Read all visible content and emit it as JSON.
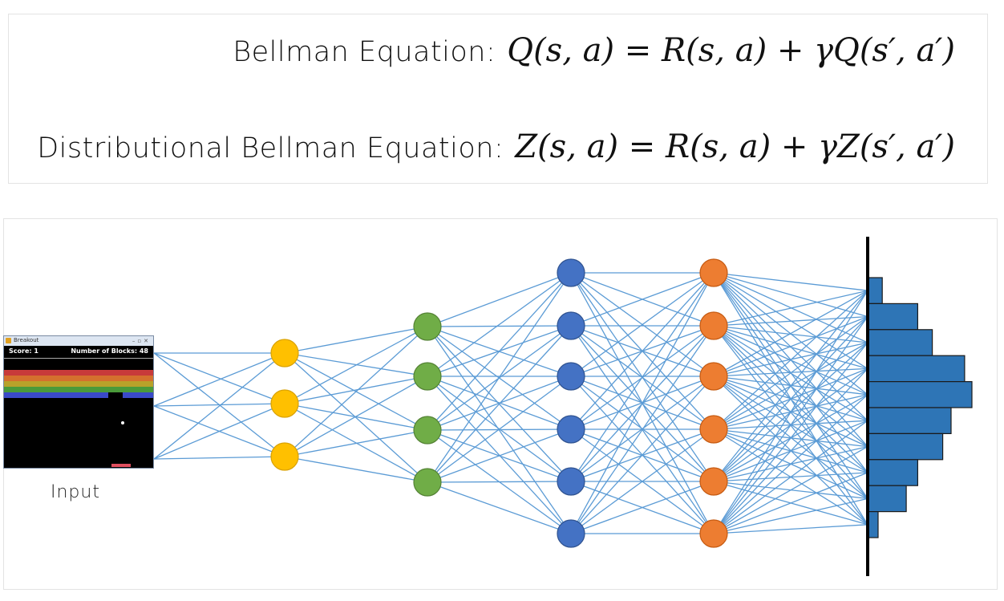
{
  "equations": {
    "bellman_label": "Bellman Equation:",
    "bellman_formula": "Q(s, a) = R(s, a) + γQ(s′, a′)",
    "distributional_label": "Distributional Bellman Equation:",
    "distributional_formula": "Z(s, a) = R(s, a) + γZ(s′, a′)"
  },
  "game": {
    "window_title": "Breakout",
    "score_text": "Score: 1",
    "blocks_text": "Number of Blocks: 48",
    "brick_colors": [
      "#c83a3a",
      "#d4702e",
      "#b8a22a",
      "#4a9a3a",
      "#3a4ac8"
    ]
  },
  "network": {
    "input_label": "Input",
    "layers": [
      {
        "name": "input-node",
        "count": 3,
        "color": "#ffffff",
        "stroke": "#ffffff"
      },
      {
        "name": "hidden-1-node",
        "count": 3,
        "color": "#ffc000",
        "stroke": "#d9a100"
      },
      {
        "name": "hidden-2-node",
        "count": 4,
        "color": "#70ad47",
        "stroke": "#548235"
      },
      {
        "name": "hidden-3-node",
        "count": 6,
        "color": "#4472c4",
        "stroke": "#2f528f"
      },
      {
        "name": "hidden-4-node",
        "count": 6,
        "color": "#ed7d31",
        "stroke": "#c55a11"
      }
    ],
    "edge_color": "#5b9bd5",
    "output_histogram": {
      "bar_color": "#2e75b6",
      "bar_stroke": "#1a1a1a",
      "relative_values": [
        0.14,
        0.48,
        0.62,
        0.93,
        1.0,
        0.8,
        0.72,
        0.48,
        0.37,
        0.1
      ]
    }
  }
}
